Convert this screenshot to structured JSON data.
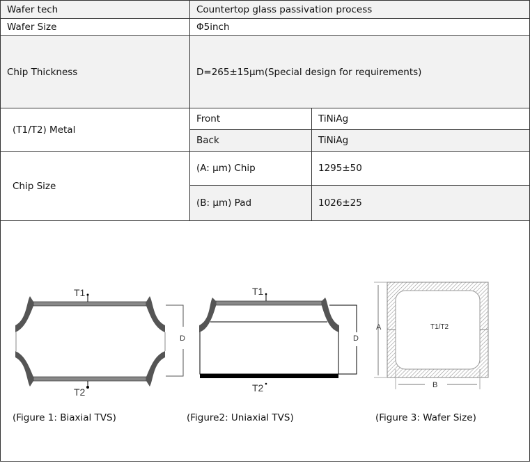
{
  "rows": {
    "wafer_tech": {
      "label": "Wafer tech",
      "value": "Countertop glass passivation process"
    },
    "wafer_size": {
      "label": "Wafer Size",
      "value": "Φ5inch"
    },
    "chip_thickness": {
      "label": "Chip Thickness",
      "value": "D=265±15μm(Special design for requirements)"
    },
    "metal": {
      "label": "(T1/T2)  Metal",
      "front_label": "Front",
      "front_value": "TiNiAg",
      "back_label": "Back",
      "back_value": "TiNiAg"
    },
    "chip_size": {
      "label": "Chip Size",
      "chip_label": "(A: μm)  Chip",
      "chip_value": "1295±50",
      "pad_label": "(B: μm)   Pad",
      "pad_value": "1026±25"
    }
  },
  "figures": {
    "fig1": {
      "caption": "(Figure 1:  Biaxial TVS)",
      "t1": "T1",
      "t2": "T2",
      "d": "D"
    },
    "fig2": {
      "caption": "(Figure2:  Uniaxial TVS)",
      "t1": "T1",
      "t2": "T2",
      "d": "D"
    },
    "fig3": {
      "caption": "(Figure 3:  Wafer Size)",
      "a": "A",
      "b": "B",
      "center": "T1/T2"
    }
  }
}
